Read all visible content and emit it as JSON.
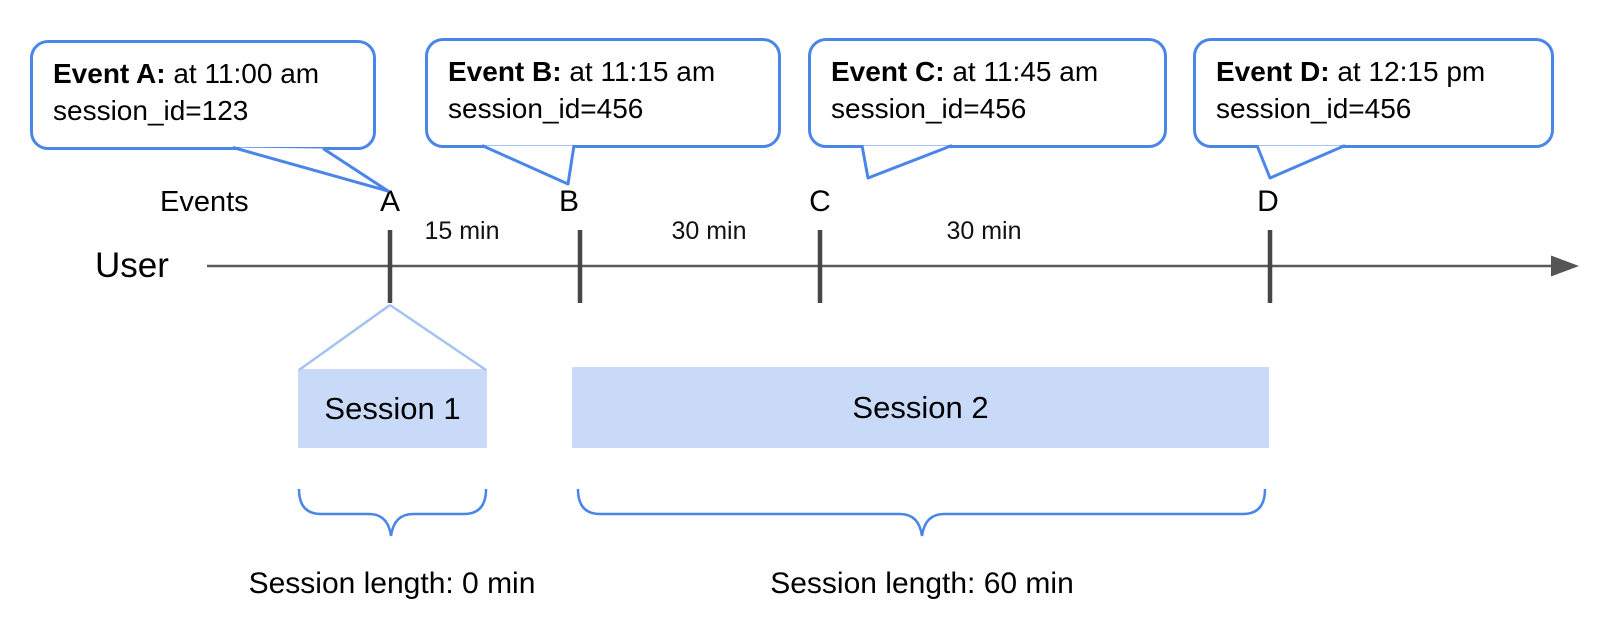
{
  "axis": {
    "events_label": "Events",
    "user_label": "User"
  },
  "events": [
    {
      "letter": "A",
      "callout_title": "Event A:",
      "callout_time": " at 11:00 am",
      "callout_session": "session_id=123"
    },
    {
      "letter": "B",
      "callout_title": "Event B:",
      "callout_time": " at 11:15 am",
      "callout_session": "session_id=456"
    },
    {
      "letter": "C",
      "callout_title": "Event C:",
      "callout_time": " at 11:45 am",
      "callout_session": "session_id=456"
    },
    {
      "letter": "D",
      "callout_title": "Event D:",
      "callout_time": " at 12:15 pm",
      "callout_session": "session_id=456"
    }
  ],
  "intervals": [
    {
      "label": "15 min"
    },
    {
      "label": "30 min"
    },
    {
      "label": "30 min"
    }
  ],
  "sessions": [
    {
      "label": "Session 1",
      "length": "Session length: 0 min"
    },
    {
      "label": "Session 2",
      "length": "Session length: 60 min"
    }
  ],
  "colors": {
    "accent_blue": "#4a86e8",
    "session_fill": "#c9daf8",
    "funnel_blue": "#a4c2f4",
    "timeline_gray": "#5a5a5a"
  }
}
